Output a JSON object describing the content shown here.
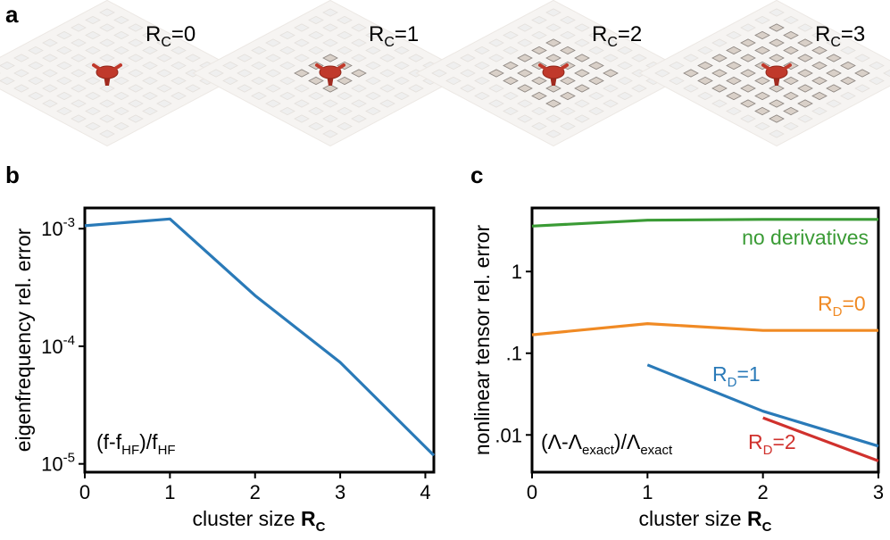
{
  "panels": {
    "a": {
      "letter": "a",
      "cluster_labels": [
        {
          "main": "R",
          "sub": "C",
          "value": "=0"
        },
        {
          "main": "R",
          "sub": "C",
          "value": "=1"
        },
        {
          "main": "R",
          "sub": "C",
          "value": "=2"
        },
        {
          "main": "R",
          "sub": "C",
          "value": "=3"
        }
      ],
      "colors": {
        "highlight": "#c0392b",
        "cluster": "#d9d0c8",
        "lattice": "#efefef"
      }
    },
    "b": {
      "letter": "b"
    },
    "c": {
      "letter": "c"
    }
  },
  "chart_data": [
    {
      "type": "line",
      "panel": "b",
      "ylog": true,
      "xlim": [
        0,
        4.1
      ],
      "ylim": [
        8.5e-06,
        0.0015
      ],
      "xticks": [
        0,
        1,
        2,
        3,
        4
      ],
      "xtick_labels": [
        "0",
        "1",
        "2",
        "3",
        "4"
      ],
      "yticks": [
        0.001,
        0.0001,
        1e-05
      ],
      "ytick_labels": [
        {
          "base": "10",
          "exp": "-3"
        },
        {
          "base": "10",
          "exp": "-4"
        },
        {
          "base": "10",
          "exp": "-5"
        }
      ],
      "xlabel": {
        "text": "cluster size ",
        "bold": "R",
        "sub": "C"
      },
      "ylabel": "eigenfrequency rel. error",
      "annotation": {
        "a": "(f-f",
        "a_sub": "HF",
        "b": ")/f",
        "b_sub": "HF"
      },
      "series": [
        {
          "color": "#2a7ab8",
          "x": [
            0,
            1,
            2,
            3,
            4.1
          ],
          "y": [
            0.00106,
            0.00121,
            0.00027,
            7.3e-05,
            1.18e-05
          ]
        }
      ]
    },
    {
      "type": "line",
      "panel": "c",
      "ylog": true,
      "xlim": [
        0,
        3
      ],
      "ylim": [
        0.0035,
        6.0
      ],
      "xticks": [
        0,
        1,
        2,
        3
      ],
      "xtick_labels": [
        "0",
        "1",
        "2",
        "3"
      ],
      "yticks": [
        1,
        0.1,
        0.01
      ],
      "ytick_labels": [
        "1",
        ".1",
        ".01"
      ],
      "xlabel": {
        "text": "cluster size ",
        "bold": "R",
        "sub": "C"
      },
      "ylabel": "nonlinear tensor rel. error",
      "annotation": {
        "a": "(Λ-Λ",
        "a_sub": "exact",
        "b": ")/Λ",
        "b_sub": "exact"
      },
      "series": [
        {
          "name": "no derivatives",
          "color": "#3a9b35",
          "x": [
            0,
            1,
            2,
            3
          ],
          "y": [
            3.6,
            4.25,
            4.35,
            4.35
          ]
        },
        {
          "name": "R_D=0",
          "label": {
            "main": "R",
            "sub": "D",
            "value": "=0"
          },
          "color": "#f08a24",
          "x": [
            0,
            1,
            2,
            3
          ],
          "y": [
            0.168,
            0.23,
            0.19,
            0.19
          ]
        },
        {
          "name": "R_D=1",
          "label": {
            "main": "R",
            "sub": "D",
            "value": "=1"
          },
          "color": "#2a7ab8",
          "x": [
            1,
            2,
            3
          ],
          "y": [
            0.072,
            0.0195,
            0.0073
          ]
        },
        {
          "name": "R_D=2",
          "label": {
            "main": "R",
            "sub": "D",
            "value": "=2"
          },
          "color": "#d0312d",
          "x": [
            2,
            3
          ],
          "y": [
            0.0162,
            0.0048
          ]
        }
      ]
    }
  ]
}
